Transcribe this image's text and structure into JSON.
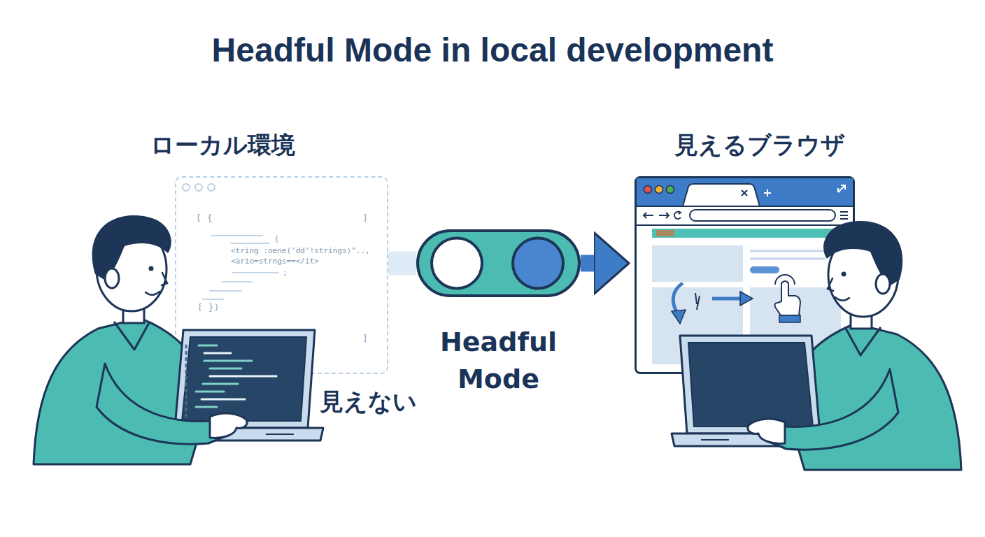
{
  "diagram": {
    "title": "Headful Mode in local development",
    "nodes": [
      {
        "text": [
          "ローカル環境"
        ]
      },
      {
        "text": [
          "Headful Mode"
        ]
      },
      {
        "text": [
          "見えるブラウザ"
        ]
      }
    ],
    "edges": [
      {
        "from": 0,
        "to": 1,
        "arrow": "none"
      },
      {
        "from": 1,
        "to": 2,
        "arrow": "to"
      }
    ],
    "labels": [
      "見えない",
      "[ {",
      "]",
      "{",
      "<tring :oene('dd'!strings)\"..,",
      "<ario=strngs==</it>",
      ";",
      "[ })",
      "]"
    ]
  }
}
